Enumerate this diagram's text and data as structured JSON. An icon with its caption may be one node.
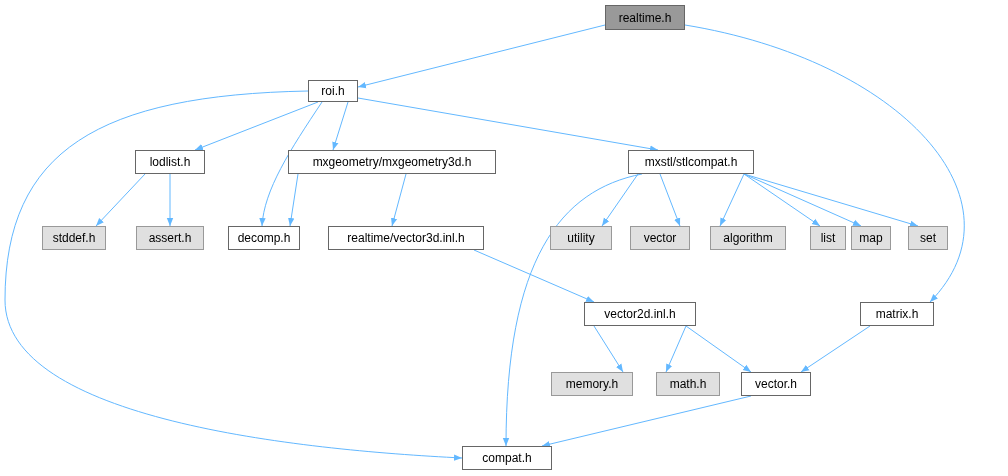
{
  "diagram": {
    "nodes": [
      {
        "text": [
          "realtime.h"
        ]
      },
      {
        "text": [
          "roi.h"
        ]
      },
      {
        "text": [
          "lodlist.h"
        ]
      },
      {
        "text": [
          "mxgeometry/mxgeometry3d.h"
        ]
      },
      {
        "text": [
          "mxstl/stlcompat.h"
        ]
      },
      {
        "text": [
          "stddef.h"
        ]
      },
      {
        "text": [
          "assert.h"
        ]
      },
      {
        "text": [
          "decomp.h"
        ]
      },
      {
        "text": [
          "realtime/vector3d.inl.h"
        ]
      },
      {
        "text": [
          "utility"
        ]
      },
      {
        "text": [
          "vector"
        ]
      },
      {
        "text": [
          "algorithm"
        ]
      },
      {
        "text": [
          "list"
        ]
      },
      {
        "text": [
          "map"
        ]
      },
      {
        "text": [
          "set"
        ]
      },
      {
        "text": [
          "vector2d.inl.h"
        ]
      },
      {
        "text": [
          "matrix.h"
        ]
      },
      {
        "text": [
          "memory.h"
        ]
      },
      {
        "text": [
          "math.h"
        ]
      },
      {
        "text": [
          "vector.h"
        ]
      },
      {
        "text": [
          "compat.h"
        ]
      }
    ],
    "edges": [
      {
        "from": 0,
        "to": 1,
        "arrow": "to"
      },
      {
        "from": 0,
        "to": 16,
        "arrow": "to"
      },
      {
        "from": 1,
        "to": 2,
        "arrow": "to"
      },
      {
        "from": 1,
        "to": 7,
        "arrow": "to"
      },
      {
        "from": 1,
        "to": 3,
        "arrow": "to"
      },
      {
        "from": 1,
        "to": 4,
        "arrow": "to"
      },
      {
        "from": 1,
        "to": 20,
        "arrow": "to"
      },
      {
        "from": 2,
        "to": 5,
        "arrow": "to"
      },
      {
        "from": 2,
        "to": 6,
        "arrow": "to"
      },
      {
        "from": 3,
        "to": 7,
        "arrow": "to"
      },
      {
        "from": 3,
        "to": 8,
        "arrow": "to"
      },
      {
        "from": 4,
        "to": 20,
        "arrow": "to"
      },
      {
        "from": 4,
        "to": 9,
        "arrow": "to"
      },
      {
        "from": 4,
        "to": 10,
        "arrow": "to"
      },
      {
        "from": 4,
        "to": 11,
        "arrow": "to"
      },
      {
        "from": 4,
        "to": 12,
        "arrow": "to"
      },
      {
        "from": 4,
        "to": 13,
        "arrow": "to"
      },
      {
        "from": 4,
        "to": 14,
        "arrow": "to"
      },
      {
        "from": 8,
        "to": 15,
        "arrow": "to"
      },
      {
        "from": 15,
        "to": 17,
        "arrow": "to"
      },
      {
        "from": 15,
        "to": 18,
        "arrow": "to"
      },
      {
        "from": 15,
        "to": 19,
        "arrow": "to"
      },
      {
        "from": 16,
        "to": 19,
        "arrow": "to"
      },
      {
        "from": 19,
        "to": 20,
        "arrow": "to"
      }
    ]
  }
}
